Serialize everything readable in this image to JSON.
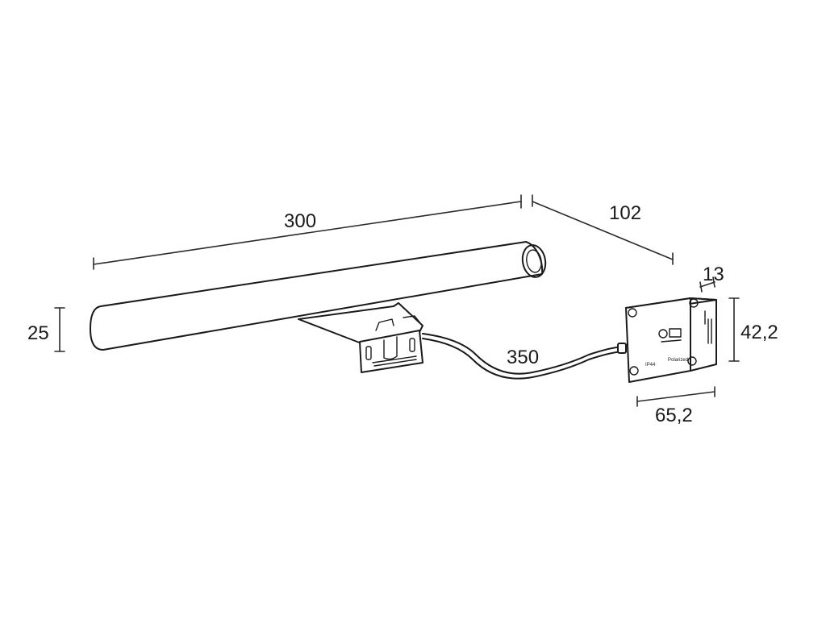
{
  "dimensions": {
    "length": "300",
    "depth": "102",
    "diameter": "25",
    "cable": "350",
    "box_thickness": "13",
    "box_height": "42,2",
    "box_width": "65,2"
  },
  "driver_box": {
    "label_ip": "IP44",
    "label_power": "Polarized"
  }
}
